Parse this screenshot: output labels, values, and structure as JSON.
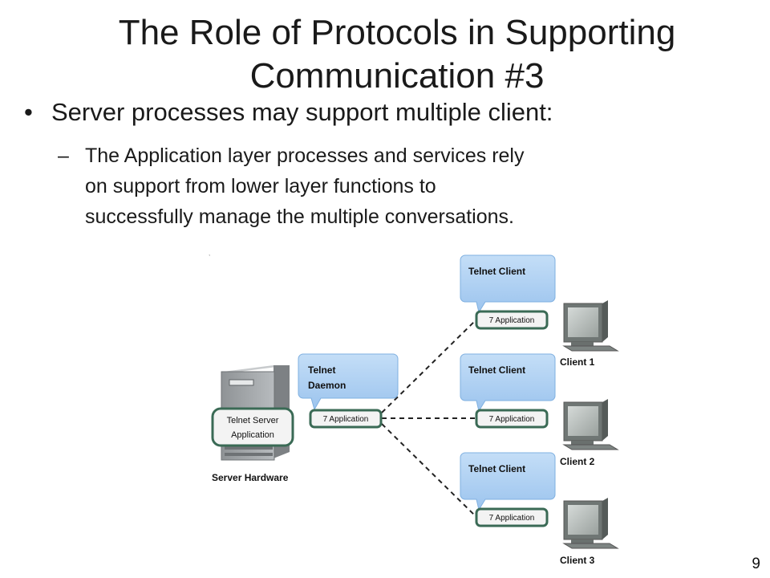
{
  "slide": {
    "title_line1": "The Role of Protocols in Supporting",
    "title_line2": "Communication #3",
    "bullet": "Server processes may support multiple client:",
    "sub_line1": "The Application layer processes and services rely",
    "sub_line2": "on support from lower layer functions to",
    "sub_line3": "successfully manage the multiple conversations.",
    "page_number": "9"
  },
  "diagram": {
    "server": {
      "app_line1": "Telnet Server",
      "app_line2": "Application",
      "hardware_label": "Server Hardware"
    },
    "daemon": {
      "bubble_line1": "Telnet",
      "bubble_line2": "Daemon",
      "layer_label": "7 Application"
    },
    "clients": [
      {
        "bubble": "Telnet Client",
        "layer_label": "7 Application",
        "name": "Client 1"
      },
      {
        "bubble": "Telnet Client",
        "layer_label": "7 Application",
        "name": "Client 2"
      },
      {
        "bubble": "Telnet Client",
        "layer_label": "7 Application",
        "name": "Client 3"
      }
    ],
    "colors": {
      "bubble_fill": "#a9cdf2",
      "bubble_stroke": "#7fb0e0",
      "box_border": "#3a6a55",
      "line": "#222222"
    }
  }
}
